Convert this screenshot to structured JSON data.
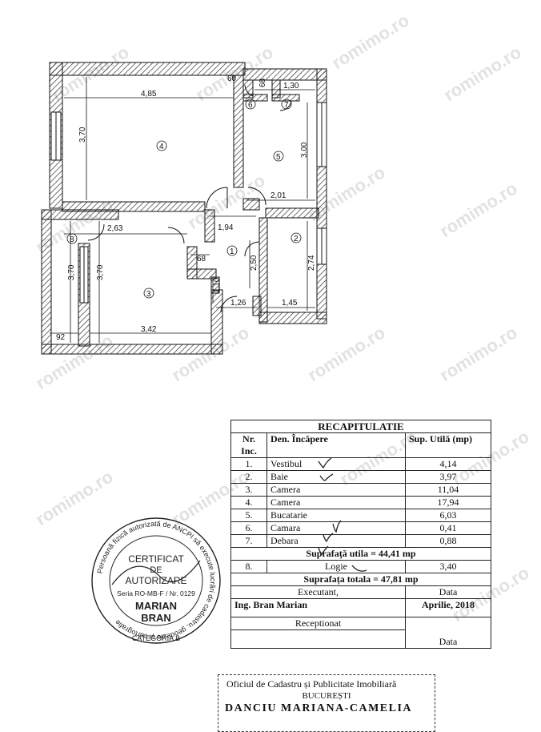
{
  "watermark": "romimo.ro",
  "plan": {
    "dimensions": [
      "4,85",
      "3,70",
      "60",
      "1,30",
      "68",
      "3,00",
      "2,01",
      "1,94",
      "2,63",
      "3,70",
      "3,70",
      "68",
      "2,50",
      "2,74",
      "1,10",
      "1,26",
      "1,45",
      "92",
      "3,42"
    ],
    "rooms": [
      "1",
      "2",
      "3",
      "4",
      "5",
      "6",
      "7",
      "8"
    ]
  },
  "table": {
    "title": "RECAPITULATIE",
    "headers": {
      "nr": "Nr.",
      "inc": "Inc.",
      "den": "Den. Încăpere",
      "sup": "Sup. Utilă (mp)"
    },
    "rows": [
      {
        "nr": "1.",
        "den": "Vestibul",
        "sup": "4,14"
      },
      {
        "nr": "2.",
        "den": "Baie",
        "sup": "3,97"
      },
      {
        "nr": "3.",
        "den": "Camera",
        "sup": "11,04"
      },
      {
        "nr": "4.",
        "den": "Camera",
        "sup": "17,94"
      },
      {
        "nr": "5.",
        "den": "Bucatarie",
        "sup": "6,03"
      },
      {
        "nr": "6.",
        "den": "Camara",
        "sup": "0,41"
      },
      {
        "nr": "7.",
        "den": "Debara",
        "sup": "0,88"
      }
    ],
    "suprafata_utila": "Suprafață utila = 44,41 mp",
    "logie": {
      "nr": "8.",
      "den": "Logie",
      "sup": "3,40"
    },
    "suprafata_totala": "Suprafața totala = 47,81 mp",
    "executant": "Executant,",
    "data_label": "Data",
    "executant_name": "Ing. Bran Marian",
    "executant_date": "Aprilie, 2018",
    "receptionat": "Receptionat",
    "data_label2": "Data"
  },
  "stamp": {
    "ring_text": "Persoană fizică autorizată de ANCPI să execute lucrări de cadastru, geodezie și cartografie",
    "line1": "CERTIFICAT",
    "line2": "DE",
    "line3": "AUTORIZARE",
    "series": "Seria RO-MB-F / Nr. 0129",
    "name1": "MARIAN",
    "name2": "BRAN",
    "category": "CATEGORIA B"
  },
  "office": {
    "line1": "Oficiul de Cadastru și Publicitate Imobiliară",
    "line2": "BUCUREȘTI",
    "line3": "DANCIU MARIANA-CAMELIA"
  }
}
